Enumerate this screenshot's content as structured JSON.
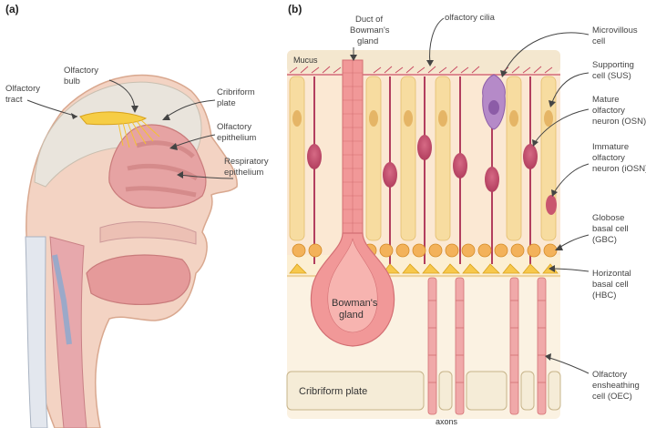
{
  "panel_a": {
    "label": "(a)",
    "labels": {
      "olfactory_tract": [
        "Olfactory",
        "tract"
      ],
      "olfactory_bulb": [
        "Olfactory",
        "bulb"
      ],
      "cribriform_plate": [
        "Cribriform",
        "plate"
      ],
      "olfactory_epithelium": [
        "Olfactory",
        "epithelium"
      ],
      "respiratory_epithelium": [
        "Respiratory",
        "epithelium"
      ]
    }
  },
  "panel_b": {
    "label": "(b)",
    "inner": {
      "mucus": "Mucus",
      "bowmans_gland": [
        "Bowman's",
        "gland"
      ],
      "cribriform_plate": "Cribriform plate",
      "axons": "axons"
    },
    "top_labels": {
      "duct": [
        "Duct of",
        "Bowman's",
        "gland"
      ],
      "cilia": "olfactory cilia"
    },
    "right_labels": {
      "microvillous": [
        "Microvillous",
        "cell"
      ],
      "sus": [
        "Supporting",
        "cell (SUS)"
      ],
      "osn": [
        "Mature",
        "olfactory",
        "neuron (OSN)"
      ],
      "iosn": [
        "Immature",
        "olfactory",
        "neuron (iOSN)"
      ],
      "gbc": [
        "Globose",
        "basal cell",
        "(GBC)"
      ],
      "hbc": [
        "Horizontal",
        "basal cell",
        "(HBC)"
      ],
      "oec": [
        "Olfactory",
        "ensheathing",
        "cell (OEC)"
      ]
    }
  }
}
